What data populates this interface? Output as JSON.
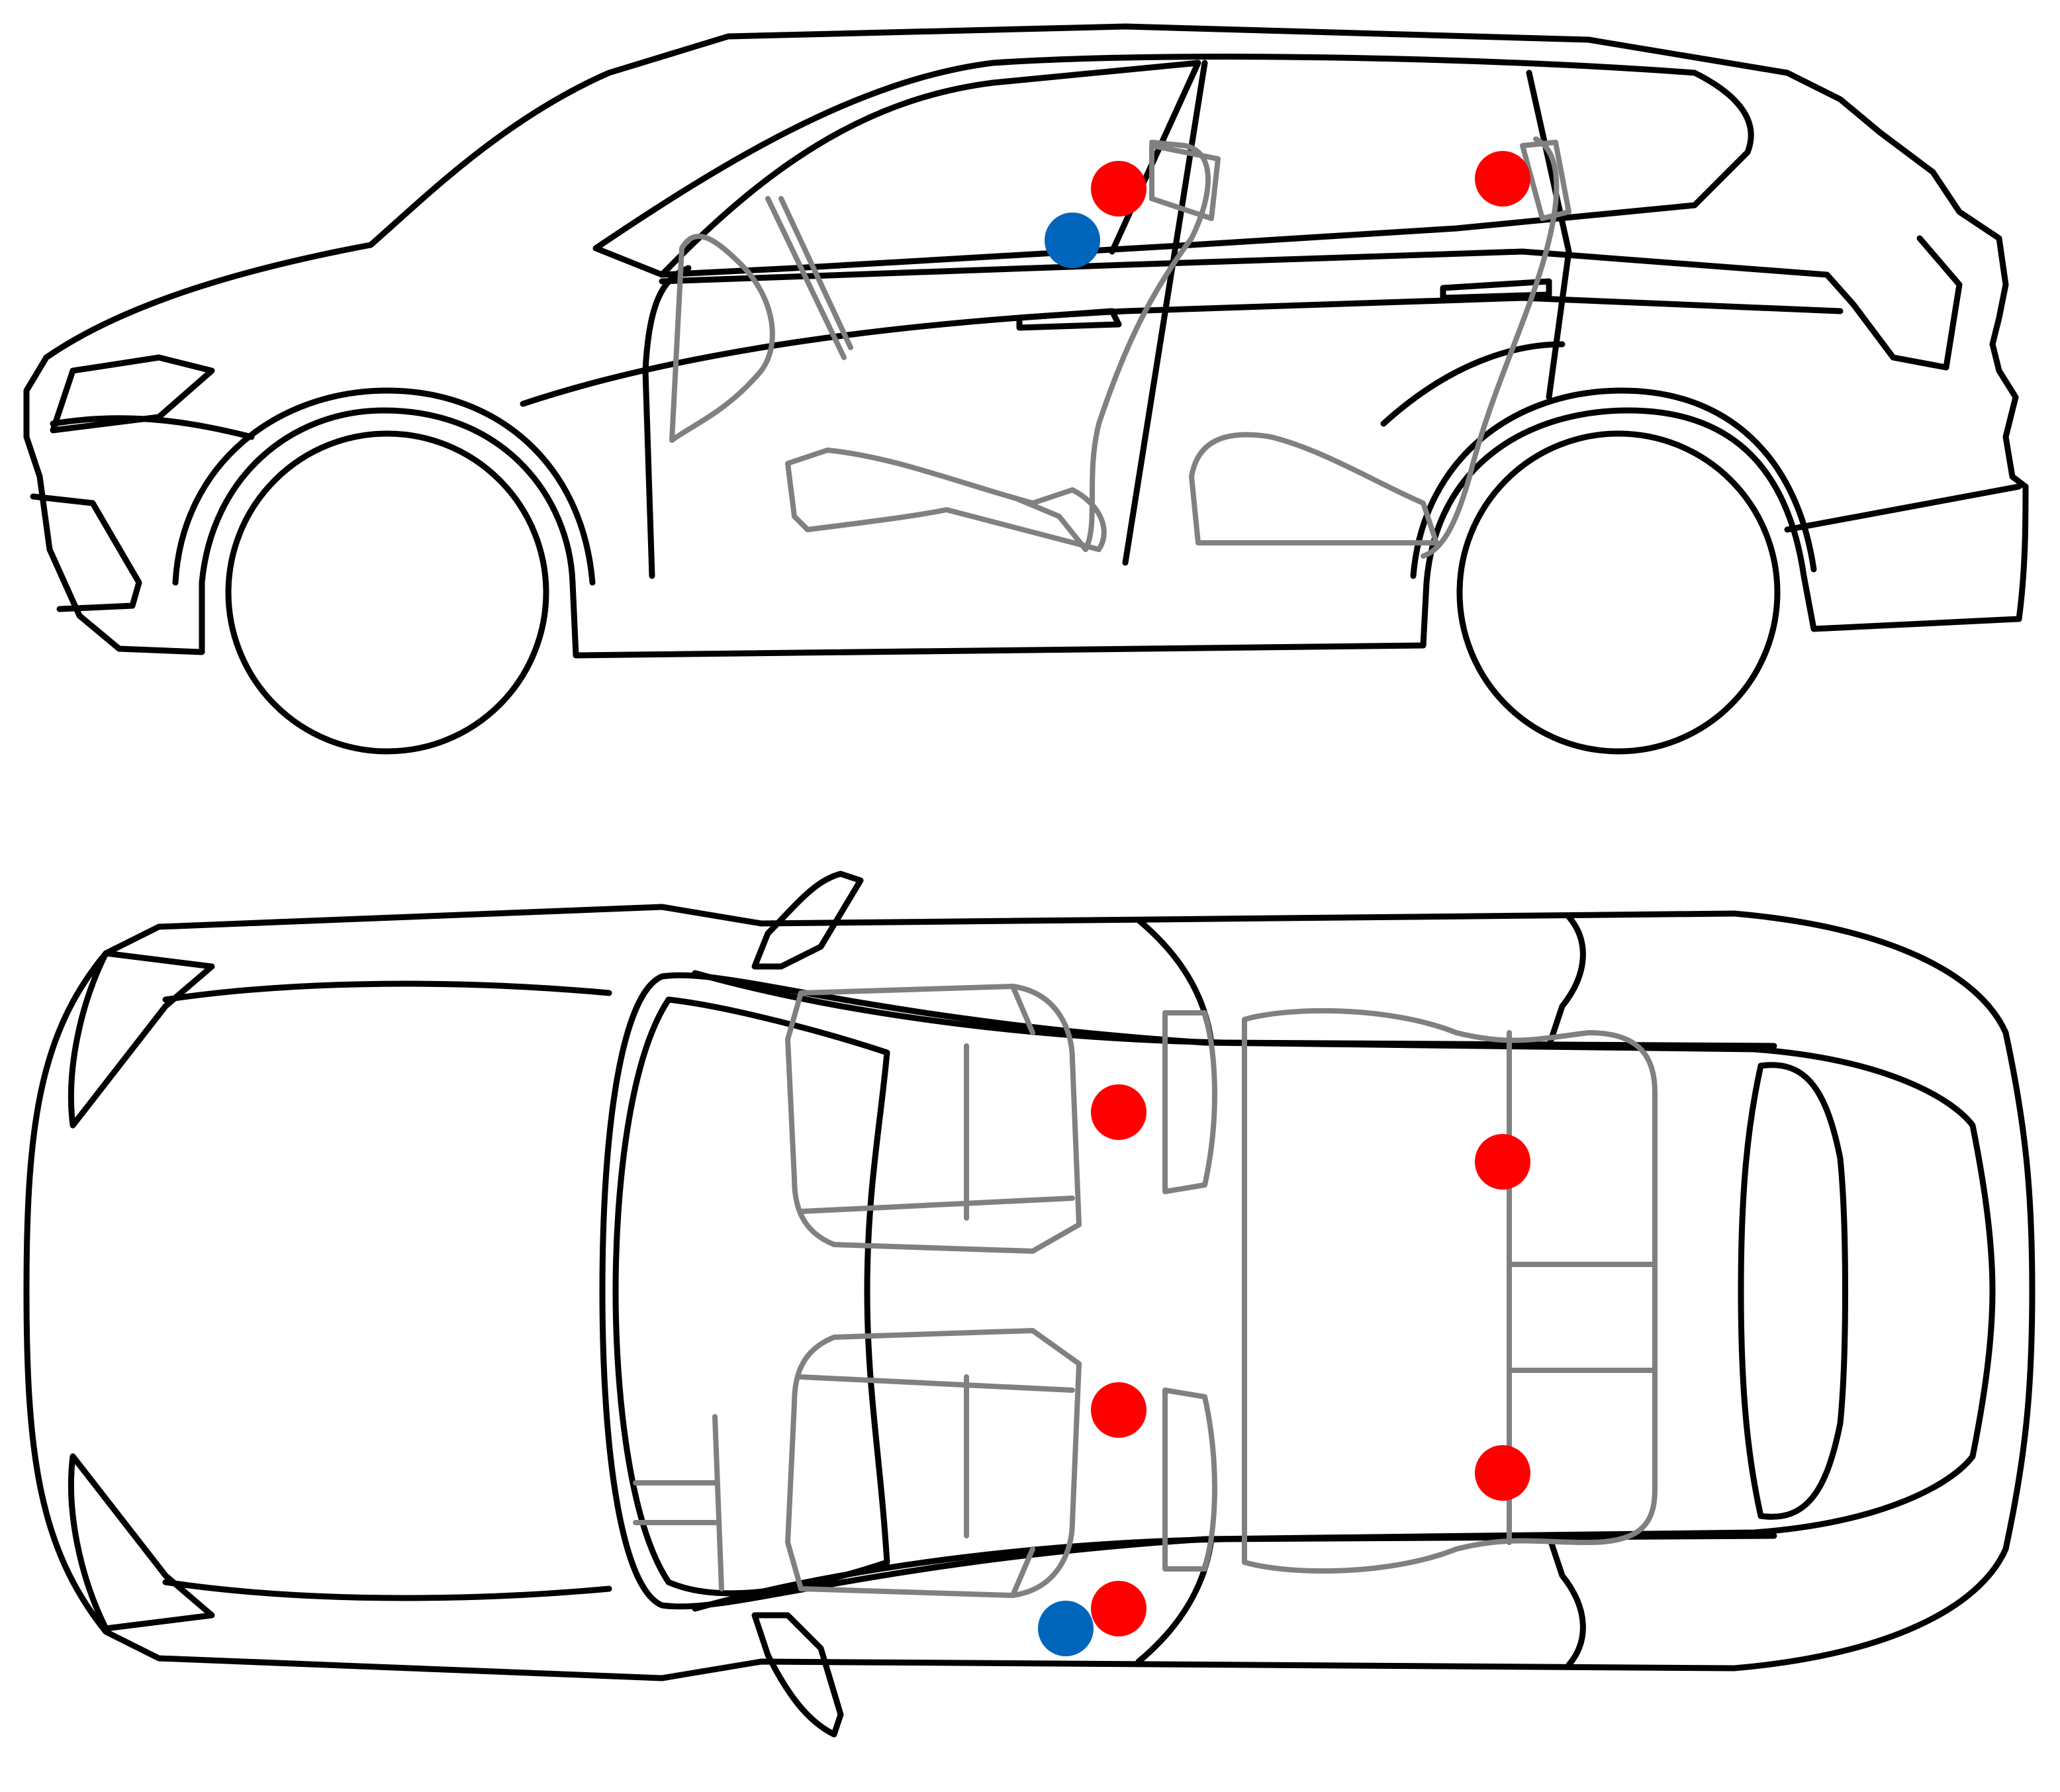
{
  "colors": {
    "outline": "#000000",
    "interior": "#808080",
    "marker_red": "#ff0000",
    "marker_blue": "#0066bb",
    "background": "#ffffff"
  },
  "views": [
    {
      "name": "side-view"
    },
    {
      "name": "top-view"
    }
  ],
  "markers": {
    "side_view": [
      {
        "id": "front-head",
        "color": "red"
      },
      {
        "id": "rear-head",
        "color": "red"
      },
      {
        "id": "front-driver",
        "color": "blue"
      }
    ],
    "top_view": [
      {
        "id": "front-left",
        "color": "red"
      },
      {
        "id": "rear-left",
        "color": "red"
      },
      {
        "id": "front-right",
        "color": "red"
      },
      {
        "id": "rear-right",
        "color": "red"
      },
      {
        "id": "door-right",
        "color": "red"
      },
      {
        "id": "door-right-driver",
        "color": "blue"
      }
    ]
  }
}
